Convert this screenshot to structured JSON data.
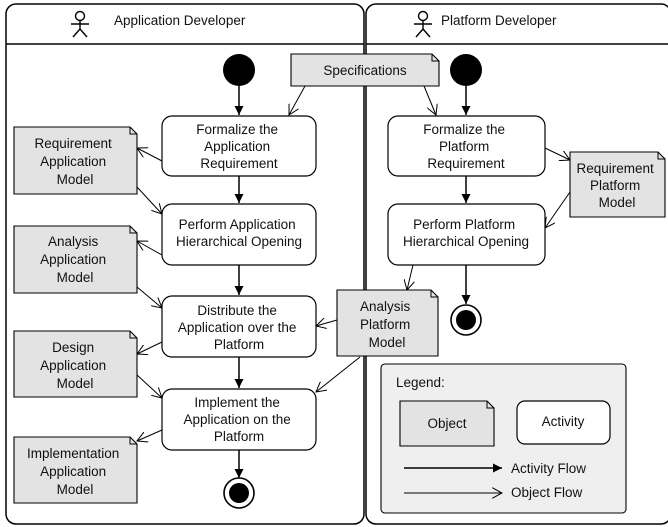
{
  "lanes": {
    "app": "Application Developer",
    "platform": "Platform Developer"
  },
  "objects": {
    "specifications": [
      "Specifications"
    ],
    "req_app": [
      "Requirement",
      "Application",
      "Model"
    ],
    "analysis_app": [
      "Analysis",
      "Application",
      "Model"
    ],
    "design_app": [
      "Design",
      "Application",
      "Model"
    ],
    "impl_app": [
      "Implementation",
      "Application",
      "Model"
    ],
    "req_platform": [
      "Requirement",
      "Platform",
      "Model"
    ],
    "analysis_platform": [
      "Analysis",
      "Platform",
      "Model"
    ]
  },
  "activities": {
    "formalize_app": [
      "Formalize the",
      "Application",
      "Requirement"
    ],
    "opening_app": [
      "Perform Application",
      "Hierarchical Opening"
    ],
    "distribute": [
      "Distribute the",
      "Application over the",
      "Platform"
    ],
    "implement": [
      "Implement the",
      "Application on the",
      "Platform"
    ],
    "formalize_platform": [
      "Formalize the",
      "Platform",
      "Requirement"
    ],
    "opening_platform": [
      "Perform Platform",
      "Hierarchical Opening"
    ]
  },
  "legend": {
    "title": "Legend:",
    "object": "Object",
    "activity": "Activity",
    "activity_flow": "Activity Flow",
    "object_flow": "Object Flow"
  },
  "colors": {
    "object_fill": "#e3e3e3",
    "legend_fill": "#efefef",
    "stroke": "#000000"
  }
}
